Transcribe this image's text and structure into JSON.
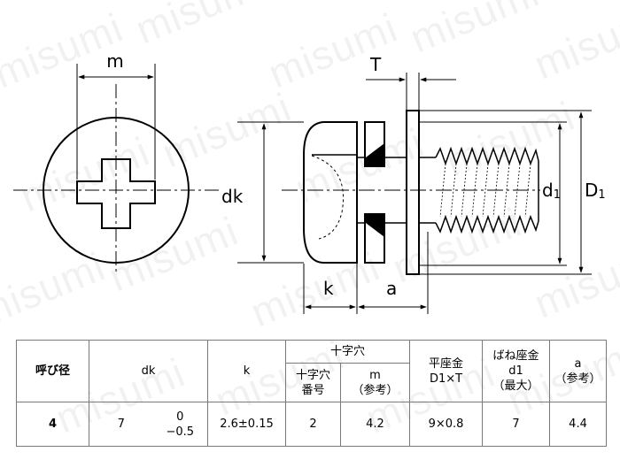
{
  "drawing": {
    "labels": {
      "m": "m",
      "T": "T",
      "dk": "dk",
      "k": "k",
      "a": "a",
      "d1_main": "d",
      "d1_sub": "1",
      "D1_main": "D",
      "D1_sub": "1"
    },
    "watermark": "misumi"
  },
  "table": {
    "headers": {
      "nominal": "呼び径",
      "dk": "dk",
      "k": "k",
      "cross_recess": "十字穴",
      "recess_no_line1": "十字穴",
      "recess_no_line2": "番号",
      "m_line1": "m",
      "m_line2": "（参考）",
      "flat_washer_line1": "平座金",
      "flat_washer_line2": "D1×T",
      "spring_washer_line1": "ばね座金",
      "spring_washer_line2": "d1",
      "spring_washer_line3": "（最大）",
      "a_line1": "a",
      "a_line2": "（参考）"
    },
    "row": {
      "nominal": "4",
      "dk": "7",
      "dk_tol_upper": "0",
      "dk_tol_lower": "−0.5",
      "k": "2.6±0.15",
      "recess_no": "2",
      "m": "4.2",
      "flat_washer": "9×0.8",
      "spring_washer": "7",
      "a": "4.4"
    }
  }
}
